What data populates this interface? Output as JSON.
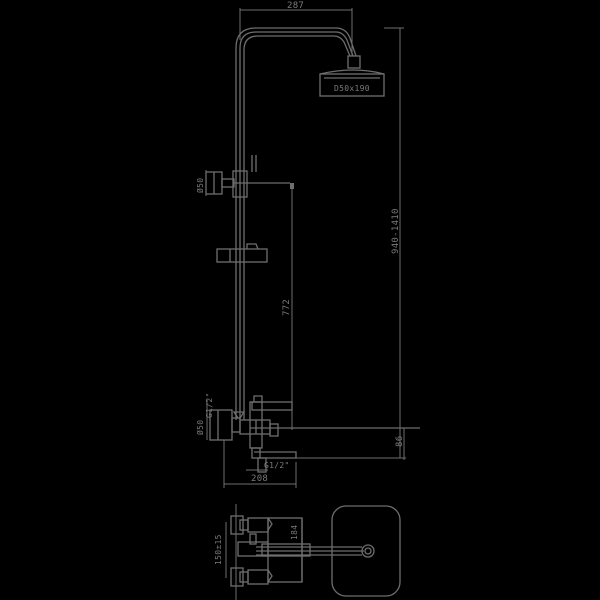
{
  "drawing": {
    "title": "Shower column technical drawing",
    "line_color": "#6e6e6e",
    "background": "#000000",
    "dimensions": {
      "arm_reach": "287",
      "head_size": "D50x190",
      "slider_dia": "Ø50",
      "height_range": "940-1410",
      "bar_height": "772",
      "inlet_thread_top": "G1/2\"",
      "mixer_dia": "Ø50",
      "spout_thread": "G1/2\"",
      "spout_reach": "208",
      "outlet_height": "86",
      "inlet_spacing": "150±15",
      "body_depth": "184"
    }
  }
}
